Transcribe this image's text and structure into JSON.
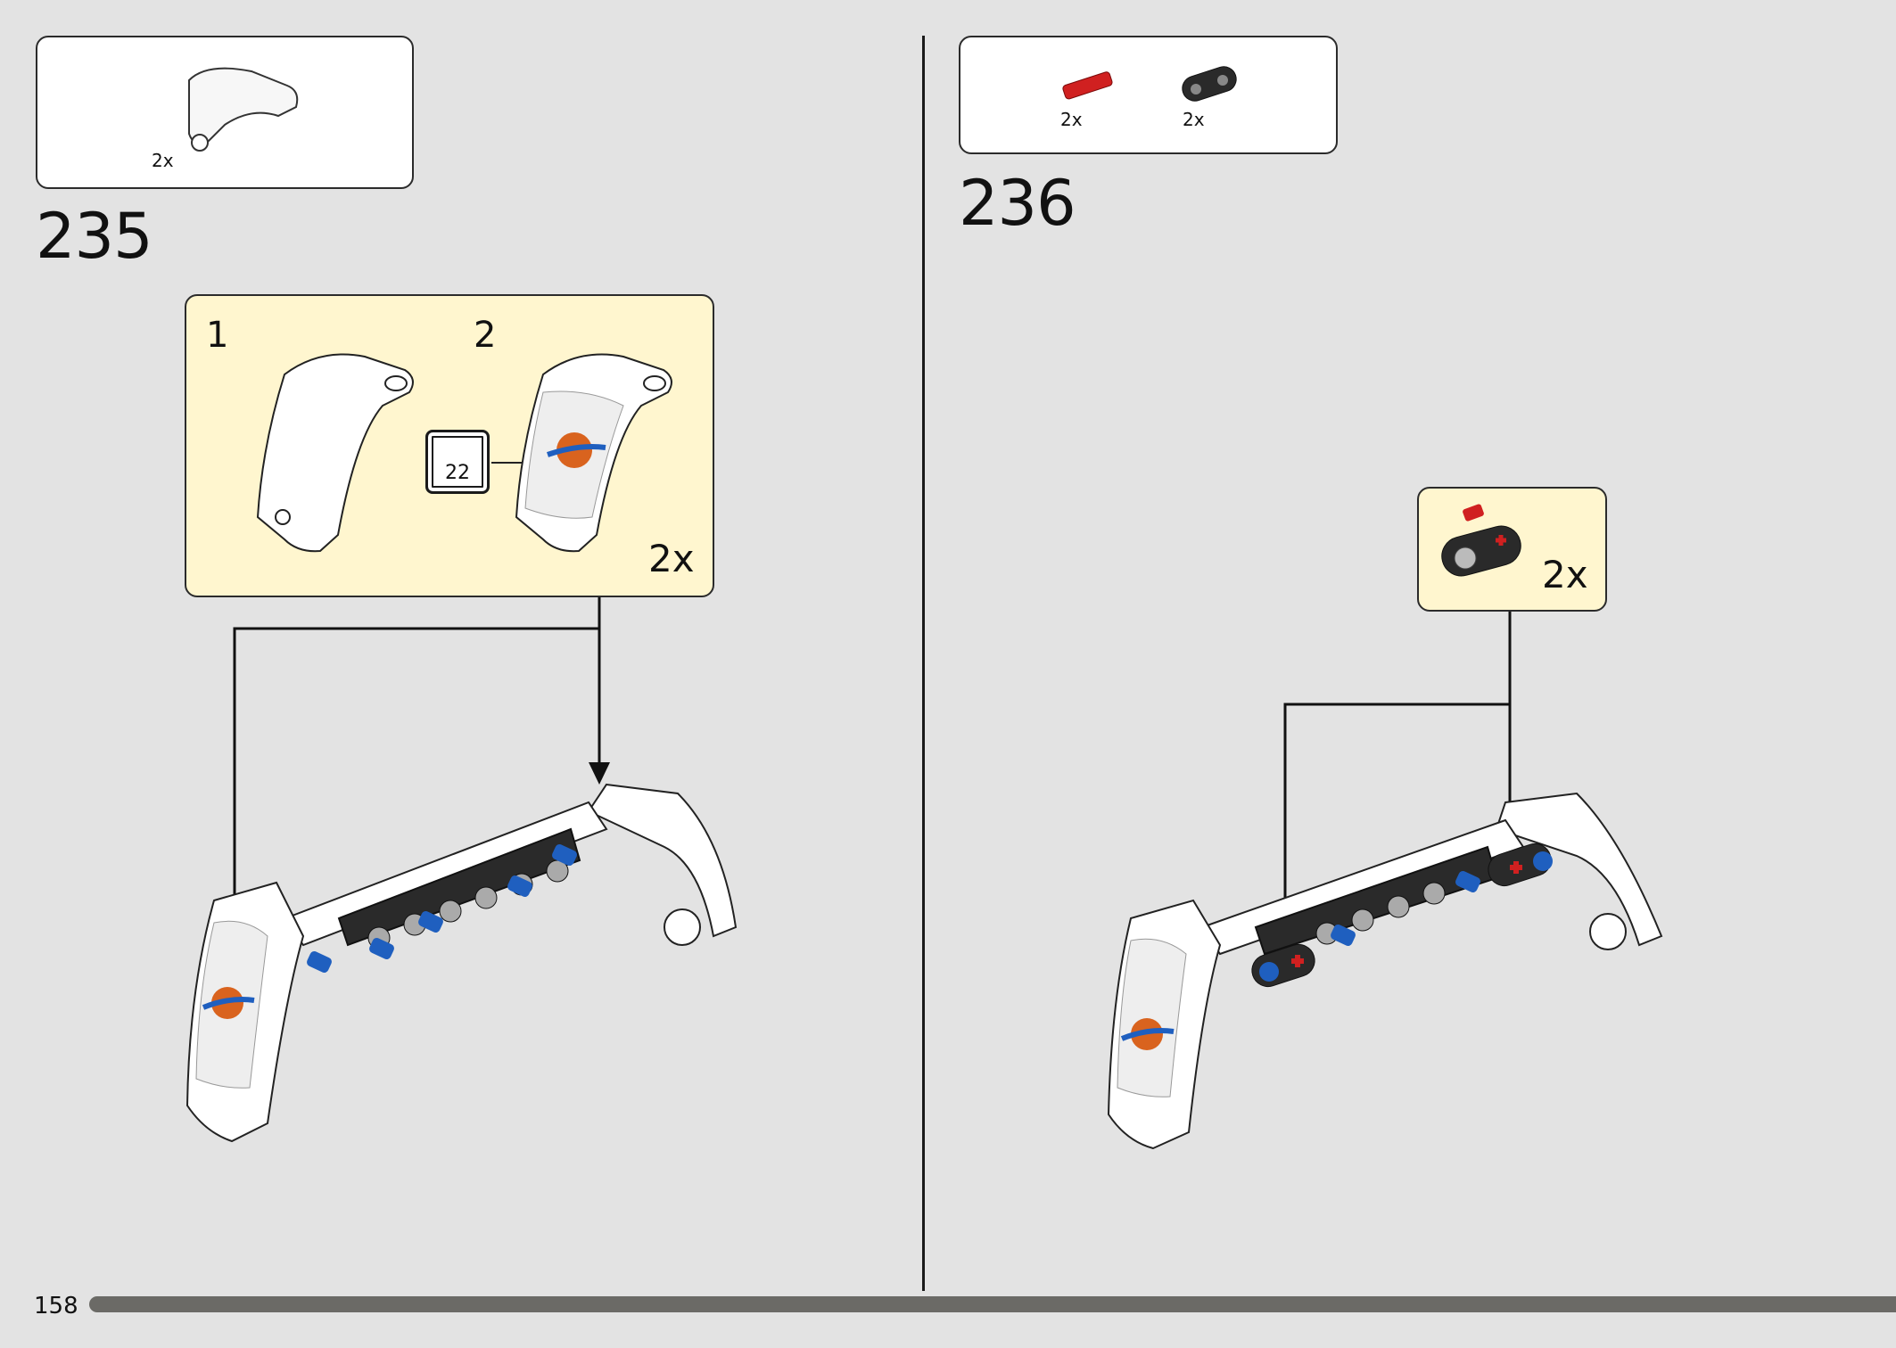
{
  "page": {
    "page_number": "158",
    "progress": 1.0
  },
  "step_235": {
    "step_number": "235",
    "parts": [
      {
        "part": "white-curved-panel",
        "quantity": "2x"
      }
    ],
    "subassembly": {
      "sub_steps": [
        "1",
        "2"
      ],
      "sticker_number": "22",
      "quantity": "2x"
    }
  },
  "step_236": {
    "step_number": "236",
    "parts": [
      {
        "part": "red-axle-pin",
        "quantity": "2x"
      },
      {
        "part": "black-beam-2-axle-hole",
        "quantity": "2x"
      }
    ],
    "subassembly": {
      "quantity": "2x"
    }
  },
  "colors": {
    "background": "#e3e3e3",
    "callout": "#fff6cf",
    "technic_blue": "#1f5fbf",
    "technic_red": "#d02020",
    "sticker_orange": "#d9631e",
    "beam_black": "#2a2a2a"
  }
}
